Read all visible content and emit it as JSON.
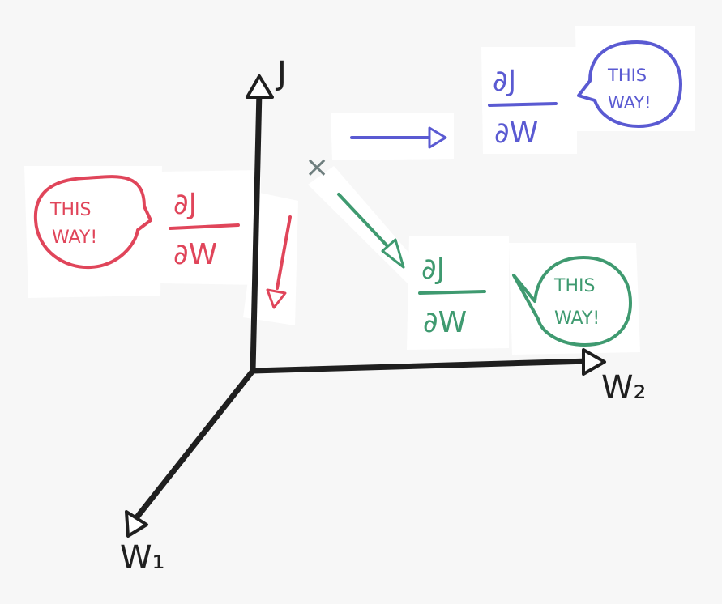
{
  "axes": {
    "vertical": "J",
    "horizontal": "W₂",
    "diagonal": "W₁"
  },
  "point_marker": "×",
  "gradients": [
    {
      "id": "red",
      "color": "#e0455a",
      "numerator": "∂J",
      "denominator": "∂W",
      "bubble_line1": "THIS",
      "bubble_line2": "WAY!"
    },
    {
      "id": "blue",
      "color": "#5a5ad2",
      "numerator": "∂J",
      "denominator": "∂W",
      "bubble_line1": "THIS",
      "bubble_line2": "WAY!"
    },
    {
      "id": "green",
      "color": "#3f9a70",
      "numerator": "∂J",
      "denominator": "∂W",
      "bubble_line1": "THIS",
      "bubble_line2": "WAY!"
    }
  ],
  "colors": {
    "axis": "#1f1f1f",
    "point": "#6f7f7f",
    "paper": "#ffffff",
    "background": "#f7f7f7"
  }
}
